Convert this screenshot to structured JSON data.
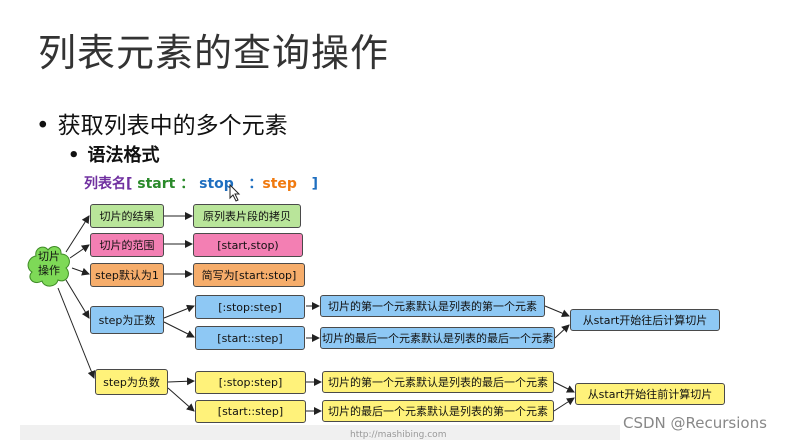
{
  "slide": {
    "title": "列表元素的查询操作",
    "bullet1": "获取列表中的多个元素",
    "bullet2": "语法格式",
    "bullet_symbol": "•"
  },
  "syntax": {
    "name": "列表名[",
    "start": "start",
    "colon1": "：",
    "stop": "stop",
    "colon2": "：",
    "step": "step",
    "close": "]"
  },
  "mindmap": {
    "root": "切片\n操作",
    "branches": [
      {
        "label": "切片的结果",
        "result": "原列表片段的拷贝",
        "color": "green"
      },
      {
        "label": "切片的范围",
        "result": "[start,stop)",
        "color": "pink"
      },
      {
        "label": "step默认为1",
        "result": "简写为[start:stop]",
        "color": "orange"
      }
    ],
    "positive": {
      "label": "step为正数",
      "forms": [
        {
          "syntax": "[:stop:step]",
          "note": "切片的第一个元素默认是列表的第一个元素"
        },
        {
          "syntax": "[start::step]",
          "note": "切片的最后一个元素默认是列表的最后一个元素"
        }
      ],
      "summary": "从start开始往后计算切片"
    },
    "negative": {
      "label": "step为负数",
      "forms": [
        {
          "syntax": "[:stop:step]",
          "note": "切片的第一个元素默认是列表的最后一个元素"
        },
        {
          "syntax": "[start::step]",
          "note": "切片的最后一个元素默认是列表的第一个元素"
        }
      ],
      "summary": "从start开始往前计算切片"
    }
  },
  "footer": {
    "url": "http://mashibing.com",
    "watermark": "CSDN @Recursions"
  },
  "colors": {
    "green": "#b9e59a",
    "pink": "#f37fb3",
    "orange": "#f6ad6b",
    "blue": "#8ec8f4",
    "yellow": "#fff27a",
    "cloud": "#7ed957"
  }
}
